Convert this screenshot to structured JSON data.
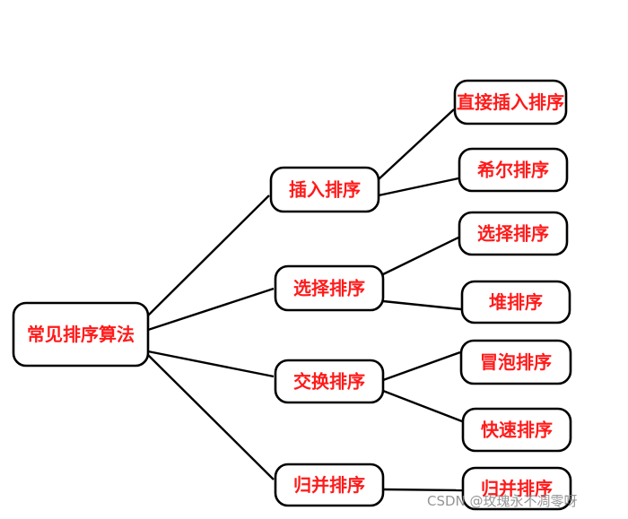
{
  "colors": {
    "label": "#ff1a1a",
    "stroke": "#000000",
    "background": "#ffffff",
    "watermark": "#8a8a8a"
  },
  "nodes": [
    {
      "id": "root",
      "label": "常见排序算法"
    },
    {
      "id": "insertion",
      "label": "插入排序"
    },
    {
      "id": "selection",
      "label": "选择排序"
    },
    {
      "id": "exchange",
      "label": "交换排序"
    },
    {
      "id": "merge",
      "label": "归并排序"
    },
    {
      "id": "direct-insertion",
      "label": "直接插入排序"
    },
    {
      "id": "shell",
      "label": "希尔排序"
    },
    {
      "id": "selection-sort",
      "label": "选择排序"
    },
    {
      "id": "heap",
      "label": "堆排序"
    },
    {
      "id": "bubble",
      "label": "冒泡排序"
    },
    {
      "id": "quick",
      "label": "快速排序"
    },
    {
      "id": "merge-sort",
      "label": "归并排序"
    }
  ],
  "edges": [
    {
      "from": "root",
      "to": "insertion"
    },
    {
      "from": "root",
      "to": "selection"
    },
    {
      "from": "root",
      "to": "exchange"
    },
    {
      "from": "root",
      "to": "merge"
    },
    {
      "from": "insertion",
      "to": "direct-insertion"
    },
    {
      "from": "insertion",
      "to": "shell"
    },
    {
      "from": "selection",
      "to": "selection-sort"
    },
    {
      "from": "selection",
      "to": "heap"
    },
    {
      "from": "exchange",
      "to": "bubble"
    },
    {
      "from": "exchange",
      "to": "quick"
    },
    {
      "from": "merge",
      "to": "merge-sort"
    }
  ],
  "watermark": "CSDN @玫瑰永不凋零呀"
}
